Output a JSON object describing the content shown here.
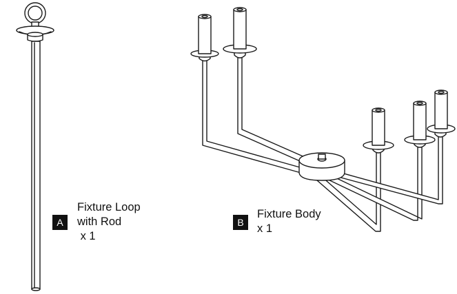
{
  "parts": [
    {
      "letter": "A",
      "name_line1": "Fixture Loop",
      "name_line2": "with Rod",
      "qty": " x 1"
    },
    {
      "letter": "B",
      "name_line1": "Fixture Body",
      "qty": "x 1"
    }
  ],
  "colors": {
    "line": "#1a1a1a",
    "fill": "#ffffff",
    "badge_bg": "#111111",
    "badge_text": "#ffffff"
  },
  "icons": [
    "fixture-loop-with-rod-drawing",
    "fixture-body-drawing"
  ]
}
